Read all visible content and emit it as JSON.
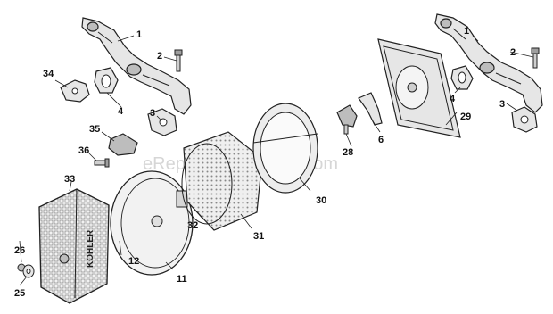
{
  "watermark": "eReplacementParts.com",
  "brand_text": "KOHLER",
  "callouts": {
    "c1_left": "1",
    "c2_left": "2",
    "c34": "34",
    "c4_left": "4",
    "c3_left": "3",
    "c35": "35",
    "c36": "36",
    "c33": "33",
    "c26": "26",
    "c25": "25",
    "c12": "12",
    "c11": "11",
    "c32": "32",
    "c31": "31",
    "c30": "30",
    "c28": "28",
    "c6": "6",
    "c29": "29",
    "c1_right": "1",
    "c2_right": "2",
    "c4_right": "4",
    "c3_right": "3"
  }
}
